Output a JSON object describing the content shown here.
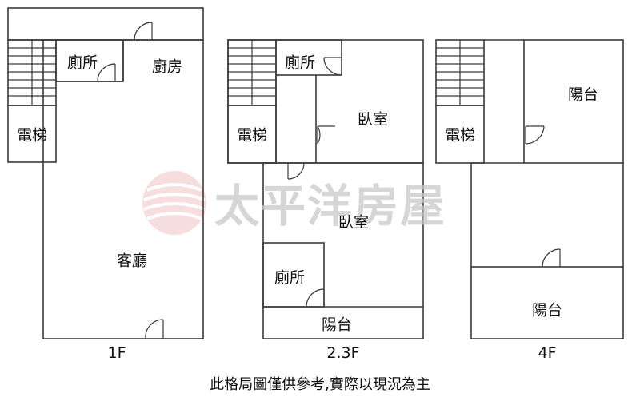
{
  "colors": {
    "wall": "#3a3a3a",
    "watermark": "#e8a0a0"
  },
  "watermark": {
    "text": "太平洋房屋",
    "logo_icon": "pacific-logo-icon"
  },
  "floors": [
    {
      "title": "1F",
      "rooms": {
        "toilet": "廁所",
        "kitchen": "廚房",
        "elevator": "電梯",
        "living": "客廳"
      }
    },
    {
      "title": "2.3F",
      "rooms": {
        "toilet_top": "廁所",
        "bedroom_top": "臥室",
        "elevator": "電梯",
        "bedroom_mid": "臥室",
        "toilet_bottom": "廁所",
        "balcony": "陽台"
      }
    },
    {
      "title": "4F",
      "rooms": {
        "elevator": "電梯",
        "balcony_top": "陽台",
        "balcony_bottom": "陽台"
      }
    }
  ],
  "footer_note": "此格局圖僅供參考,實際以現況為主"
}
